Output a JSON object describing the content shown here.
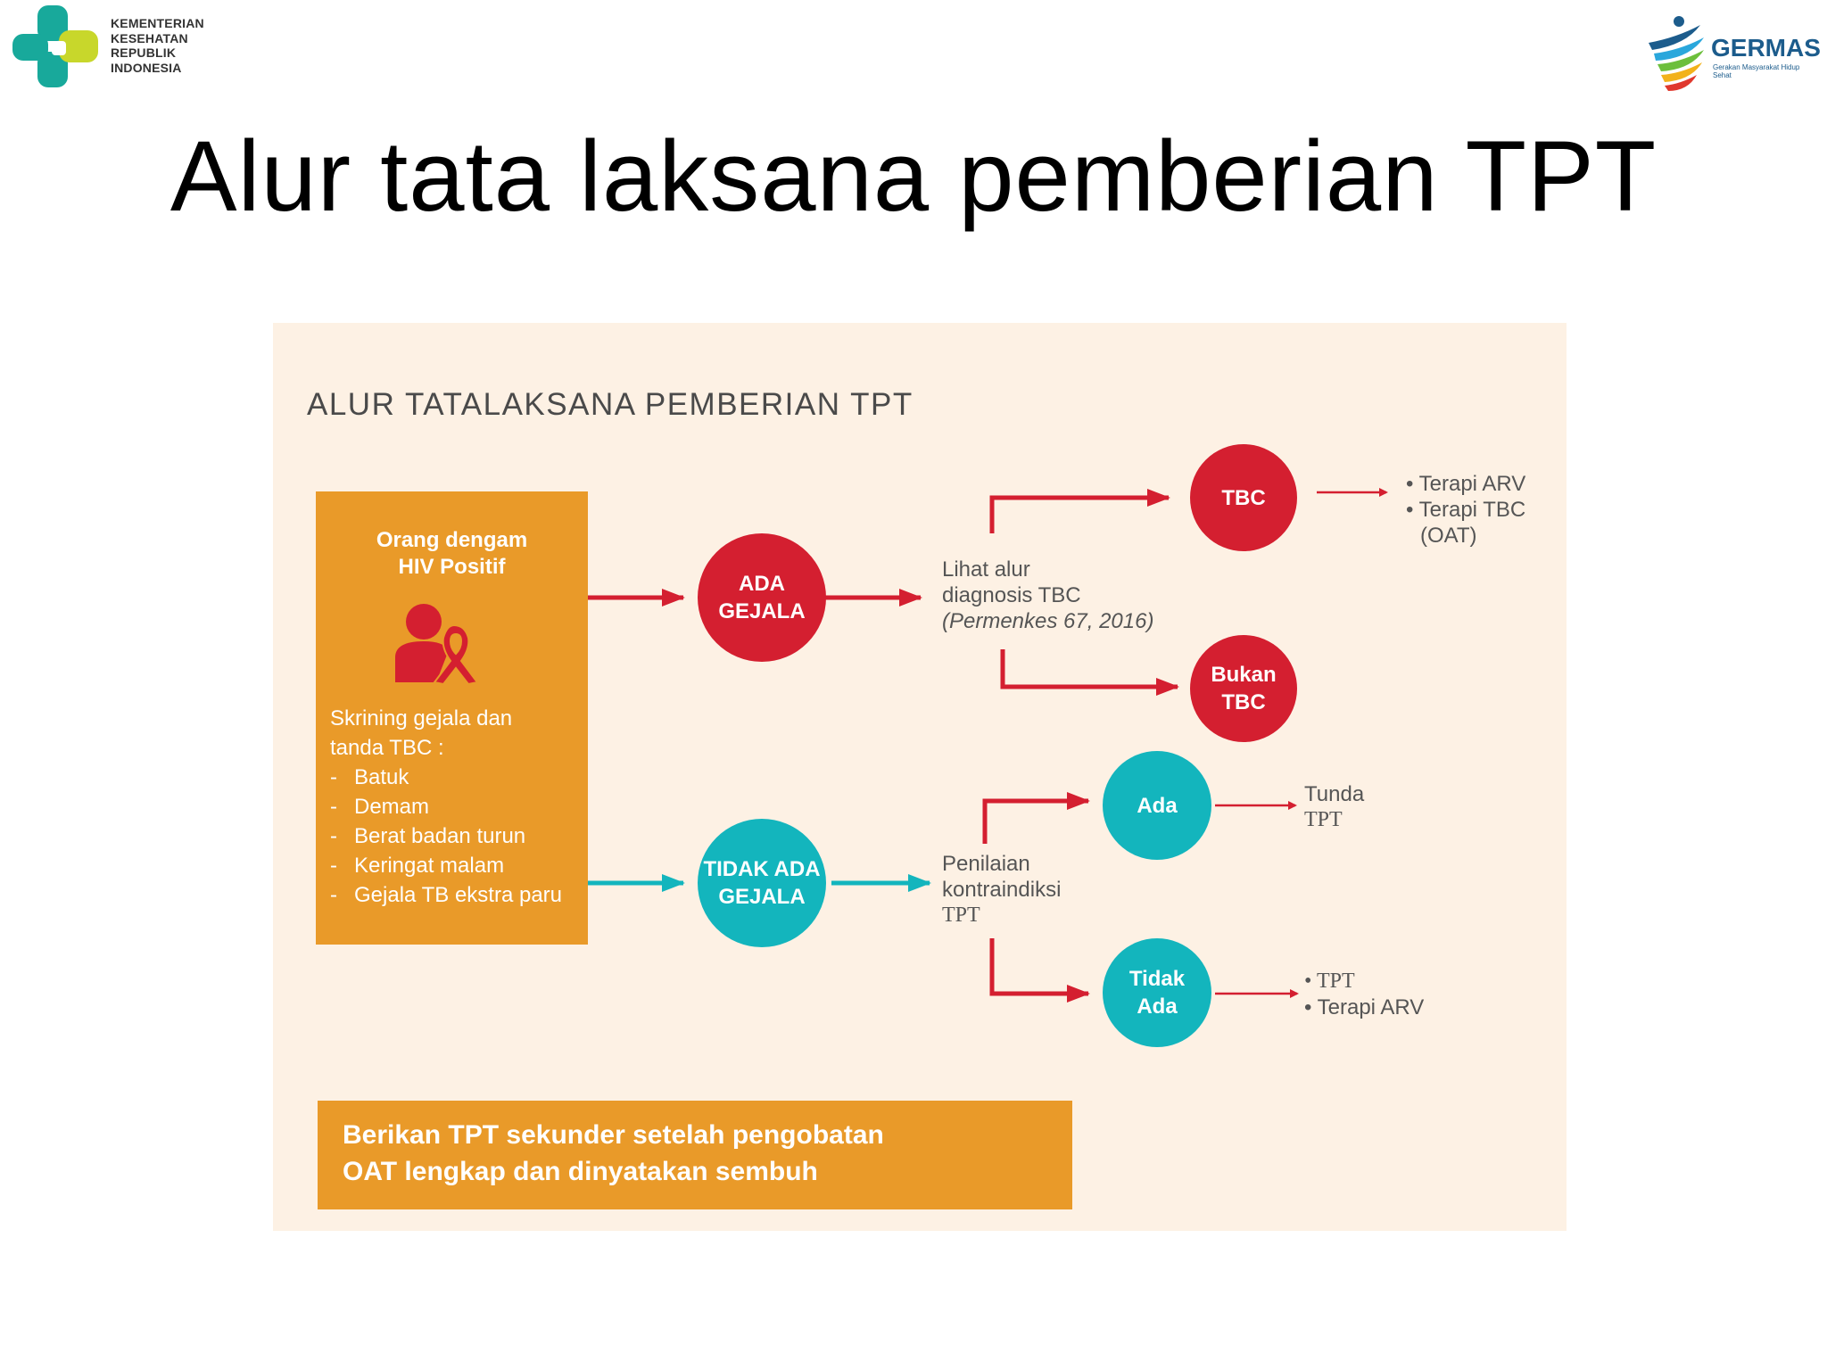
{
  "header": {
    "ministry_logo_lines": [
      "KEMENTERIAN",
      "KESEHATAN",
      "REPUBLIK",
      "INDONESIA"
    ],
    "germas_name": "GERMAS",
    "germas_tagline": "Gerakan Masyarakat Hidup Sehat"
  },
  "title": "Alur tata laksana pemberian TPT",
  "diagram": {
    "heading": "ALUR TATALAKSANA PEMBERIAN TPT",
    "start_box": {
      "title_line1": "Orang dengam",
      "title_line2": "HIV Positif",
      "screening_intro_line1": "Skrining gejala dan",
      "screening_intro_line2": "tanda TBC :",
      "symptoms": [
        "Batuk",
        "Demam",
        "Berat badan turun",
        "Keringat malam",
        "Gejala TB ekstra paru"
      ]
    },
    "symptom_yes": {
      "line1": "ADA",
      "line2": "GEJALA"
    },
    "symptom_no": {
      "line1": "TIDAK ADA",
      "line2": "GEJALA"
    },
    "diagnosis_step": {
      "line1": "Lihat alur",
      "line2": "diagnosis TBC",
      "line3": "(Permenkes 67, 2016)"
    },
    "contra_step": {
      "line1": "Penilaian",
      "line2": "kontraindiksi",
      "line3": "TPT"
    },
    "tbc_node": "TBC",
    "not_tbc_node": {
      "line1": "Bukan",
      "line2": "TBC"
    },
    "tbc_outcome": {
      "line1": "• Terapi ARV",
      "line2": "• Terapi TBC",
      "line3": "(OAT)"
    },
    "contra_yes_node": "Ada",
    "contra_yes_outcome": {
      "line1": "Tunda",
      "line2": "TPT"
    },
    "contra_no_node": {
      "line1": "Tidak",
      "line2": "Ada"
    },
    "contra_no_outcome": {
      "line1": "• TPT",
      "line2": "• Terapi ARV"
    },
    "secondary_note": {
      "line1": "Berikan TPT sekunder setelah pengobatan",
      "line2": "OAT lengkap dan dinyatakan sembuh"
    }
  },
  "colors": {
    "panel_bg": "#fdf1e4",
    "orange": "#e99a29",
    "red": "#d41f30",
    "teal": "#13b5bd"
  }
}
